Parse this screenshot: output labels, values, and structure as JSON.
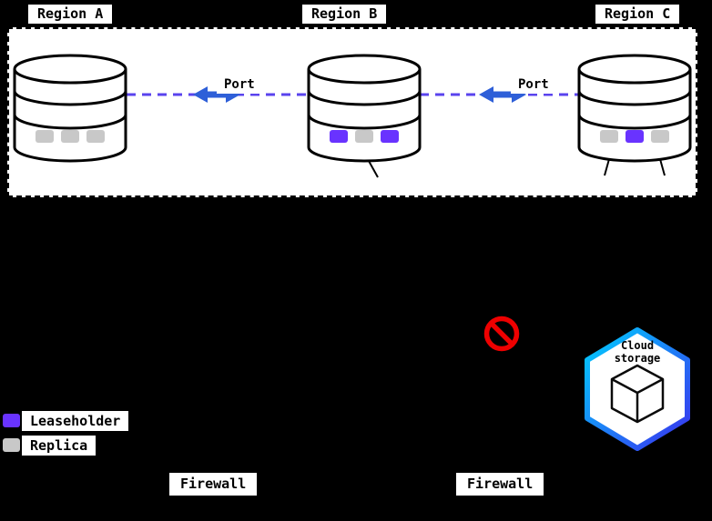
{
  "regions": [
    {
      "label": "Region A"
    },
    {
      "label": "Region B"
    },
    {
      "label": "Region C"
    }
  ],
  "connections": [
    {
      "label": "Port"
    },
    {
      "label": "Port"
    }
  ],
  "databases": [
    {
      "slots": [
        "replica",
        "replica",
        "replica"
      ]
    },
    {
      "slots": [
        "leaseholder",
        "replica",
        "leaseholder"
      ]
    },
    {
      "slots": [
        "replica",
        "leaseholder",
        "replica"
      ]
    }
  ],
  "legend": {
    "leaseholder": "Leaseholder",
    "replica": "Replica"
  },
  "firewalls": [
    {
      "label": "Firewall"
    },
    {
      "label": "Firewall"
    }
  ],
  "cloud_storage": {
    "line1": "Cloud",
    "line2": "storage"
  },
  "colors": {
    "leaseholder": "#6933ff",
    "replica": "#c8c8c8",
    "dashed_line": "#5a43ee",
    "arrow": "#2e5fd8",
    "prohibited": "#ee0000",
    "hex_gradient_start": "#00cfff",
    "hex_gradient_end": "#3a30ee"
  }
}
